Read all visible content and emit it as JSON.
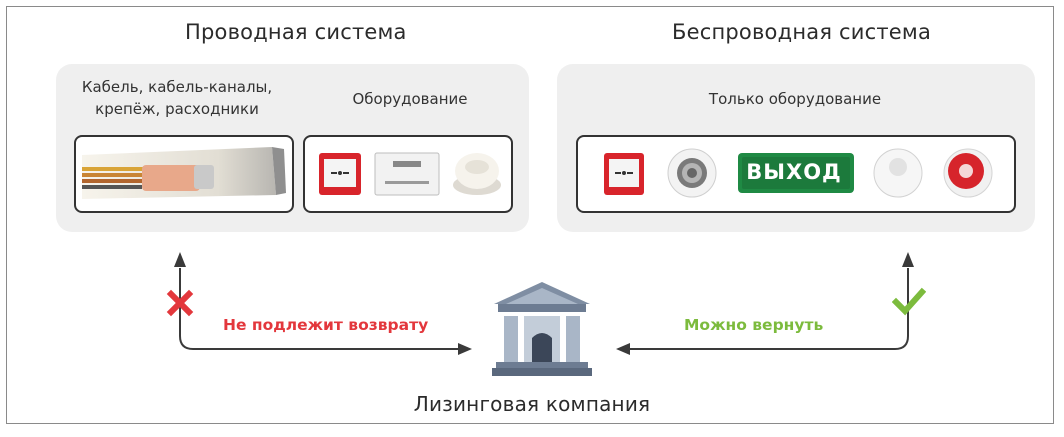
{
  "wired": {
    "title": "Проводная система",
    "cable_label_line1": "Кабель, кабель-каналы,",
    "cable_label_line2": "крепёж, расходники",
    "equipment_label": "Оборудование"
  },
  "wireless": {
    "title": "Беспроводная система",
    "equipment_label": "Только оборудование",
    "exit_sign_text": "ВЫХОД"
  },
  "flow": {
    "not_returnable": "Не подлежит возврату",
    "returnable": "Можно вернуть",
    "leasing_company": "Лизинговая компания"
  },
  "colors": {
    "not_returnable": "#e3373c",
    "returnable": "#7cbb3d",
    "arrow": "#3a3a3a",
    "panel": "#efefef",
    "exit_sign": "#1f8a44"
  },
  "icons": {
    "cross": "cross-icon",
    "check": "check-icon",
    "bank": "bank-building-icon"
  }
}
